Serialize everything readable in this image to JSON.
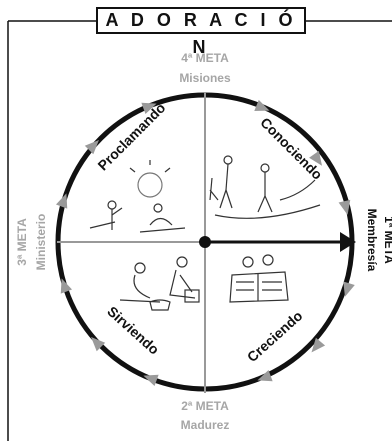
{
  "title": "A D O R A C I Ó N",
  "goals": {
    "top": {
      "line1": "4ª META",
      "line2": "Misiones"
    },
    "right": {
      "line1": "1ª META",
      "line2": "Membresía"
    },
    "bottom": {
      "line1": "2ª META",
      "line2": "Madurez"
    },
    "left": {
      "line1": "3ª META",
      "line2": "Ministerio"
    }
  },
  "quadrants": {
    "top_left": "Proclamando",
    "top_right": "Conociendo",
    "bottom_right": "Creciendo",
    "bottom_left": "Sirviendo"
  },
  "colors": {
    "line": "#111111",
    "goal_text": "#a6a6a6",
    "divider": "#999999",
    "arrowhead": "#9a9a9a"
  }
}
